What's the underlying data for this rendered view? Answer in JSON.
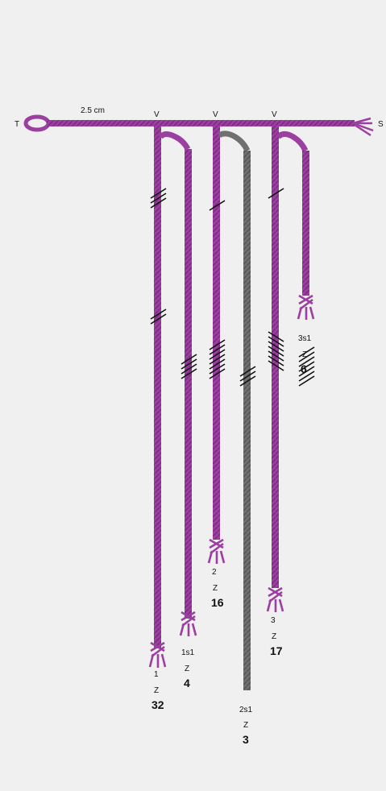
{
  "top_cord": {
    "start_label": "T",
    "end_label": "S",
    "scale_label": "2.5 cm",
    "color": "#9b3fa0"
  },
  "attachment_marks": [
    "V",
    "V",
    "V"
  ],
  "pendants": [
    {
      "id": "p1",
      "label": "1",
      "twist": "Z",
      "value": "32",
      "color": "#9b3fa0",
      "end": "knot"
    },
    {
      "id": "p1s1",
      "label": "1s1",
      "twist": "Z",
      "value": "4",
      "color": "#9b3fa0",
      "end": "knot"
    },
    {
      "id": "p2",
      "label": "2",
      "twist": "Z",
      "value": "16",
      "color": "#9b3fa0",
      "end": "knot"
    },
    {
      "id": "p2s1",
      "label": "2s1",
      "twist": "Z",
      "value": "3",
      "color": "#707070",
      "end": "plain"
    },
    {
      "id": "p3",
      "label": "3",
      "twist": "Z",
      "value": "17",
      "color": "#9b3fa0",
      "end": "knot"
    },
    {
      "id": "p3s1",
      "label": "3s1",
      "twist": "Z",
      "value": "6",
      "color": "#9b3fa0",
      "end": "knot"
    }
  ],
  "colors": {
    "background": "#f0f0f0",
    "purple": "#9b3fa0",
    "gray": "#707070",
    "knot_mark": "#111111"
  }
}
